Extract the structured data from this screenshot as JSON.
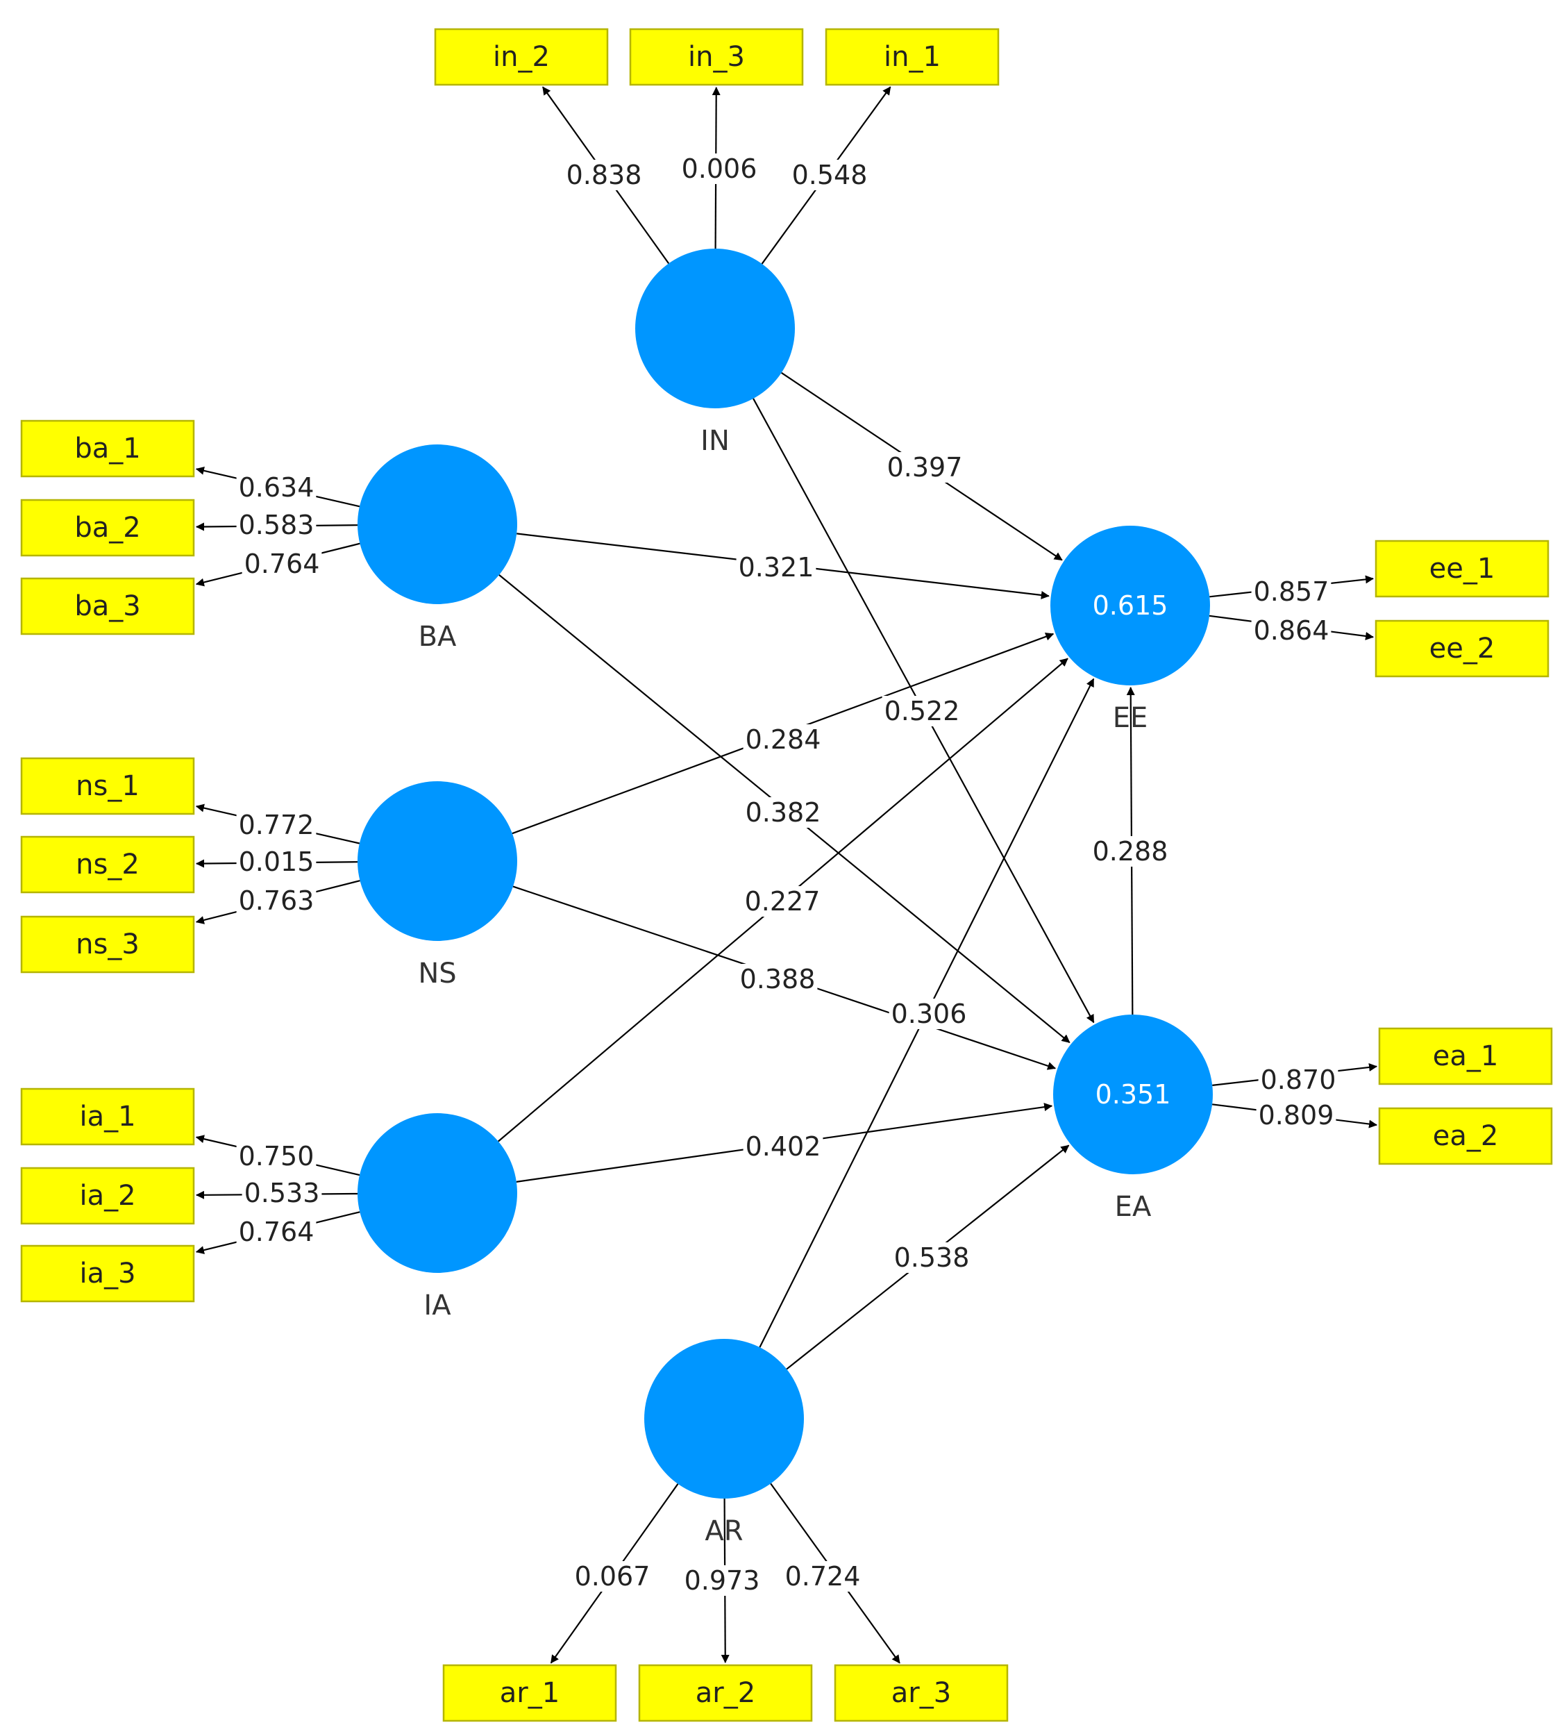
{
  "diagram": {
    "latents": [
      {
        "id": "IN",
        "label": "IN",
        "r2": ""
      },
      {
        "id": "BA",
        "label": "BA",
        "r2": ""
      },
      {
        "id": "NS",
        "label": "NS",
        "r2": ""
      },
      {
        "id": "IA",
        "label": "IA",
        "r2": ""
      },
      {
        "id": "AR",
        "label": "AR",
        "r2": ""
      },
      {
        "id": "EE",
        "label": "EE",
        "r2": "0.615"
      },
      {
        "id": "EA",
        "label": "EA",
        "r2": "0.351"
      }
    ],
    "indicators": [
      {
        "id": "in_2",
        "label": "in_2"
      },
      {
        "id": "in_3",
        "label": "in_3"
      },
      {
        "id": "in_1",
        "label": "in_1"
      },
      {
        "id": "ba_1",
        "label": "ba_1"
      },
      {
        "id": "ba_2",
        "label": "ba_2"
      },
      {
        "id": "ba_3",
        "label": "ba_3"
      },
      {
        "id": "ns_1",
        "label": "ns_1"
      },
      {
        "id": "ns_2",
        "label": "ns_2"
      },
      {
        "id": "ns_3",
        "label": "ns_3"
      },
      {
        "id": "ia_1",
        "label": "ia_1"
      },
      {
        "id": "ia_2",
        "label": "ia_2"
      },
      {
        "id": "ia_3",
        "label": "ia_3"
      },
      {
        "id": "ee_1",
        "label": "ee_1"
      },
      {
        "id": "ee_2",
        "label": "ee_2"
      },
      {
        "id": "ea_1",
        "label": "ea_1"
      },
      {
        "id": "ea_2",
        "label": "ea_2"
      },
      {
        "id": "ar_1",
        "label": "ar_1"
      },
      {
        "id": "ar_2",
        "label": "ar_2"
      },
      {
        "id": "ar_3",
        "label": "ar_3"
      }
    ],
    "outer_loadings": [
      {
        "from": "IN",
        "to": "in_2",
        "value": "0.838"
      },
      {
        "from": "IN",
        "to": "in_3",
        "value": "0.006"
      },
      {
        "from": "IN",
        "to": "in_1",
        "value": "0.548"
      },
      {
        "from": "BA",
        "to": "ba_1",
        "value": "0.634"
      },
      {
        "from": "BA",
        "to": "ba_2",
        "value": "0.583"
      },
      {
        "from": "BA",
        "to": "ba_3",
        "value": "0.764"
      },
      {
        "from": "NS",
        "to": "ns_1",
        "value": "0.772"
      },
      {
        "from": "NS",
        "to": "ns_2",
        "value": "0.015"
      },
      {
        "from": "NS",
        "to": "ns_3",
        "value": "0.763"
      },
      {
        "from": "IA",
        "to": "ia_1",
        "value": "0.750"
      },
      {
        "from": "IA",
        "to": "ia_2",
        "value": "0.533"
      },
      {
        "from": "IA",
        "to": "ia_3",
        "value": "0.764"
      },
      {
        "from": "EE",
        "to": "ee_1",
        "value": "0.857"
      },
      {
        "from": "EE",
        "to": "ee_2",
        "value": "0.864"
      },
      {
        "from": "EA",
        "to": "ea_1",
        "value": "0.870"
      },
      {
        "from": "EA",
        "to": "ea_2",
        "value": "0.809"
      },
      {
        "from": "AR",
        "to": "ar_1",
        "value": "0.067"
      },
      {
        "from": "AR",
        "to": "ar_2",
        "value": "0.973"
      },
      {
        "from": "AR",
        "to": "ar_3",
        "value": "0.724"
      }
    ],
    "path_coefficients": [
      {
        "from": "IN",
        "to": "EE",
        "value": "0.397"
      },
      {
        "from": "IN",
        "to": "EA",
        "value": "0.522"
      },
      {
        "from": "BA",
        "to": "EE",
        "value": "0.321"
      },
      {
        "from": "BA",
        "to": "EA",
        "value": "0.382"
      },
      {
        "from": "NS",
        "to": "EE",
        "value": "0.284"
      },
      {
        "from": "NS",
        "to": "EA",
        "value": "0.388"
      },
      {
        "from": "IA",
        "to": "EE",
        "value": "0.227"
      },
      {
        "from": "IA",
        "to": "EA",
        "value": "0.402"
      },
      {
        "from": "AR",
        "to": "EE",
        "value": "0.306"
      },
      {
        "from": "AR",
        "to": "EA",
        "value": "0.538"
      },
      {
        "from": "EA",
        "to": "EE",
        "value": "0.288"
      }
    ],
    "colors": {
      "latent_fill": "#0096ff",
      "indicator_fill": "#ffff00",
      "edge": "#000000"
    }
  }
}
